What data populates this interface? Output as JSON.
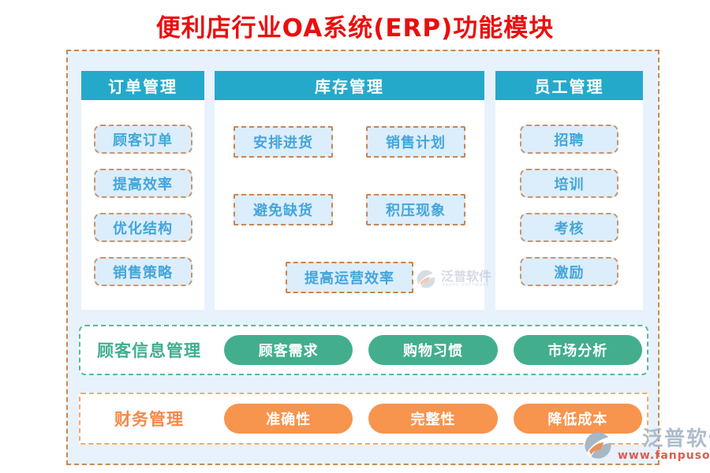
{
  "title": "便利店行业OA系统(ERP)功能模块",
  "panels": [
    {
      "header": "订单管理",
      "items": [
        "顾客订单",
        "提高效率",
        "优化结构",
        "销售策略"
      ]
    },
    {
      "header": "库存管理",
      "items": [
        "安排进货",
        "销售计划",
        "避免缺货",
        "积压现象",
        "提高运营效率"
      ]
    },
    {
      "header": "员工管理",
      "items": [
        "招聘",
        "培训",
        "考核",
        "激励"
      ]
    }
  ],
  "bands": [
    {
      "label": "顾客信息管理",
      "pills": [
        "顾客需求",
        "购物习惯",
        "市场分析"
      ]
    },
    {
      "label": "财务管理",
      "pills": [
        "准确性",
        "完整性",
        "降低成本"
      ]
    }
  ],
  "watermark": {
    "brand": "泛普软件",
    "brand_sub": "FANPU SOFTWARE",
    "url": "www.fanpusoft.com"
  },
  "colors": {
    "title_red": "#EB0E0E",
    "header_teal": "#25A9CB",
    "item_text_blue": "#43A6DA",
    "item_bg": "#DCEDFB",
    "item_border_tan": "#C9956B",
    "outer_border_tan": "#C9894F",
    "outer_bg_blue": "#E8F2FC",
    "green_pill": "#43AE8E",
    "orange_pill": "#F7944E"
  }
}
